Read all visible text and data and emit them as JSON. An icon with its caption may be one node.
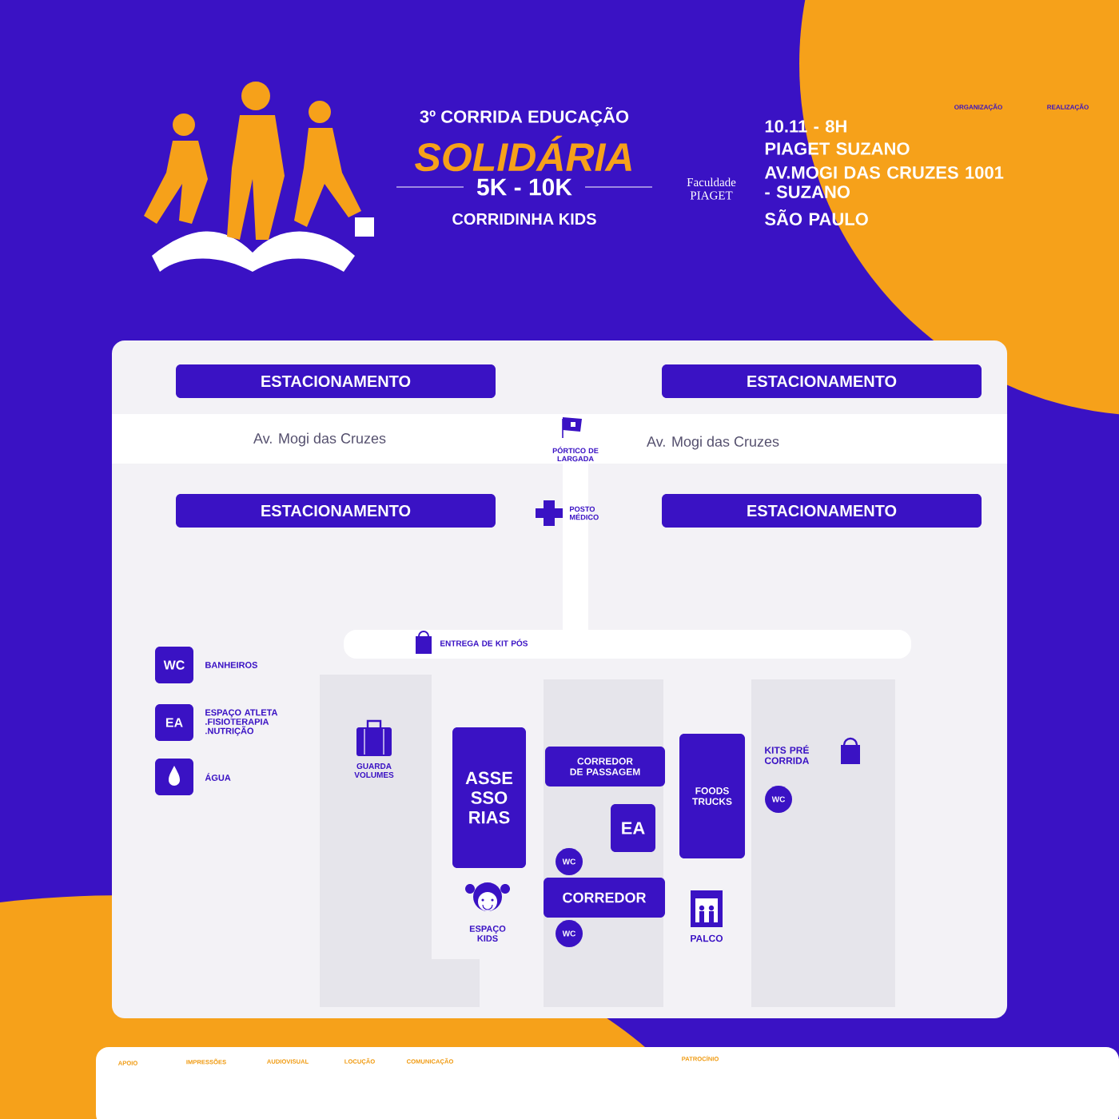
{
  "diagram": {
    "title": "3º CORRIDA EDUCAÇÃO",
    "nodes": [
      {
        "text": [
          "ESTACIONAMENTO"
        ]
      },
      {
        "text": [
          "ESTACIONAMENTO"
        ]
      },
      {
        "text": [
          "ESTACIONAMENTO"
        ]
      },
      {
        "text": [
          "ESTACIONAMENTO"
        ]
      },
      {
        "text": [
          "ASSE SSO RIAS"
        ]
      },
      {
        "text": [
          "CORREDOR DE PASSAGEM"
        ]
      },
      {
        "text": [
          "EA"
        ]
      },
      {
        "text": [
          "FOODS TRUCKS"
        ]
      },
      {
        "text": [
          "CORREDOR"
        ]
      },
      {
        "text": [
          "WC"
        ]
      },
      {
        "text": [
          "WC"
        ]
      },
      {
        "text": [
          "WC"
        ]
      },
      {
        "text": [
          "WC"
        ],
        "beside": [
          "BANHEIROS"
        ]
      },
      {
        "text": [
          "EA"
        ],
        "beside": [
          "ESPAÇO ATLETA .FISIOTERAPIA .NUTRIÇÃO"
        ]
      },
      {
        "text": [],
        "shape": "box",
        "beside": [
          "ÁGUA"
        ]
      }
    ],
    "labels": [
      "SOLIDÁRIA",
      "5K - 10K",
      "CORRIDINHA KIDS",
      "Faculdade PIAGET",
      "10.11 - 8H",
      "PIAGET SUZANO",
      "AV.MOGI DAS CRUZES 1001 - SUZANO",
      "SÃO PAULO",
      "ORGANIZAÇÃO",
      "REALIZAÇÃO",
      "Av. Mogi das Cruzes",
      "Av. Mogi das Cruzes",
      "PÓRTICO DE LARGADA",
      "POSTO MÉDICO",
      "ENTREGA DE KIT PÓS",
      "GUARDA VOLUMES",
      "ESPAÇO KIDS",
      "KITS PRÉ CORRIDA",
      "PALCO",
      "APOIO",
      "IMPRESSÕES",
      "AUDIOVISUAL",
      "LOCUÇÃO",
      "COMUNICAÇÃO",
      "PATROCÍNIO"
    ]
  }
}
